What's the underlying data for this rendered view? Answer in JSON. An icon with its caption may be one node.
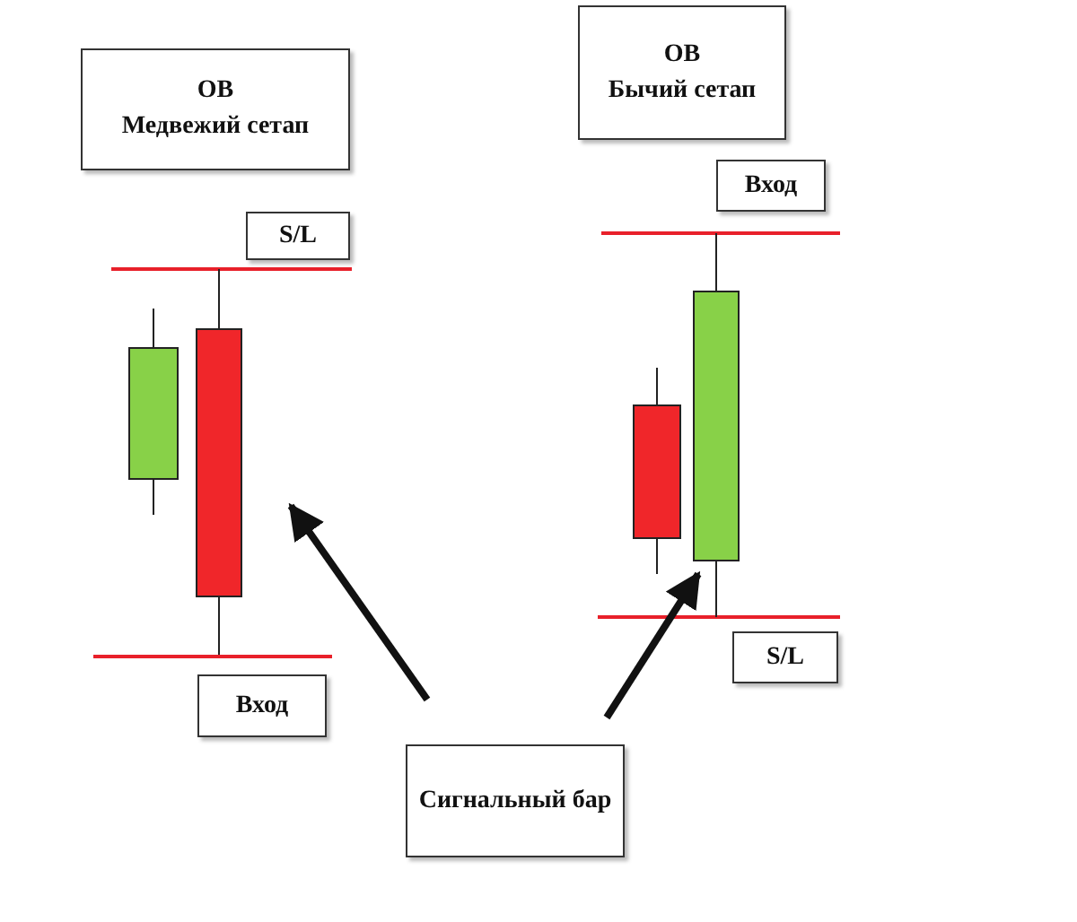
{
  "diagram": {
    "nodes": [
      {
        "text": [
          "ОВ",
          "Медвежий сетап"
        ]
      },
      {
        "text": [
          "S/L"
        ]
      },
      {
        "text": [
          "Вход"
        ]
      },
      {
        "text": [
          "ОВ",
          "Бычий сетап"
        ]
      },
      {
        "text": [
          "Вход"
        ]
      },
      {
        "text": [
          "S/L"
        ]
      },
      {
        "text": [
          "Сигнальный бар"
        ]
      },
      {
        "text": [],
        "shape": "bar"
      },
      {
        "text": [],
        "shape": "bar"
      }
    ],
    "edges": [
      {
        "from": 6,
        "to": 7,
        "arrow": "to"
      },
      {
        "from": 6,
        "to": 8,
        "arrow": "to"
      }
    ]
  }
}
